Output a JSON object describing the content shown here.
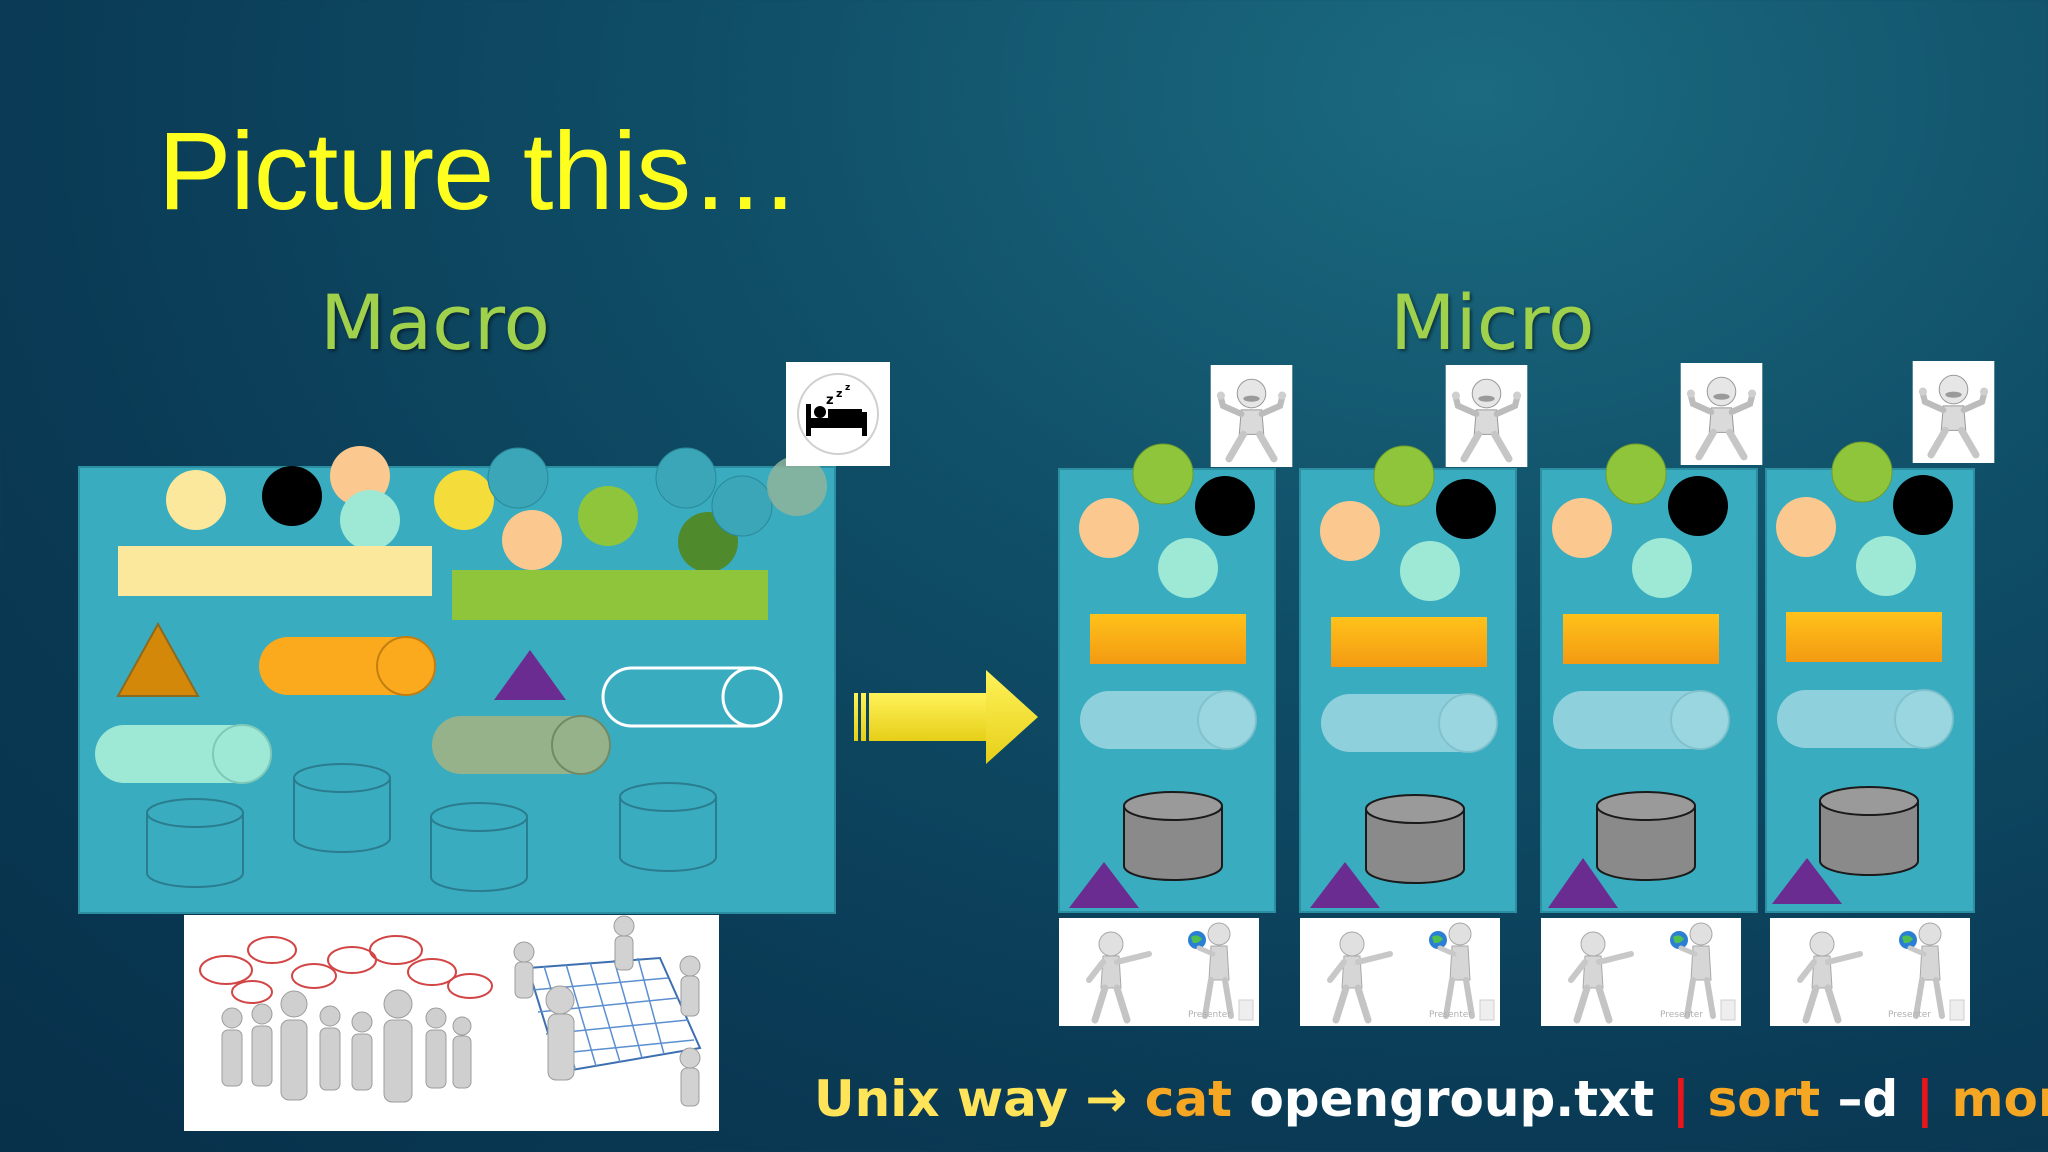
{
  "slide": {
    "title": "Picture this…",
    "macro_heading": "Macro",
    "micro_heading": "Micro",
    "presenter_caption": "Presenter",
    "unix_line": {
      "label": "Unix way",
      "arrow": "→",
      "cat": "cat",
      "file": "opengroup.txt",
      "pipe1": "|",
      "sort": "sort",
      "sort_flag": "–d",
      "pipe2": "|",
      "more": "more"
    }
  },
  "colors": {
    "title": "#ffff1f",
    "heading": "#9fd14c",
    "panel": "#3aacbf",
    "orange": "#f5a623",
    "red_pipe": "#e8161a",
    "yellow_arrow": "#f2e227",
    "purple": "#6a2c91",
    "gray_db": "#8a8a8a"
  },
  "icons": [
    "sleeping-bed-icon",
    "arrow-right-icon",
    "stick-figure-thumbs-up-icon",
    "presenter-figure-icon",
    "people-speech-bubbles-icon",
    "people-holding-net-icon"
  ]
}
